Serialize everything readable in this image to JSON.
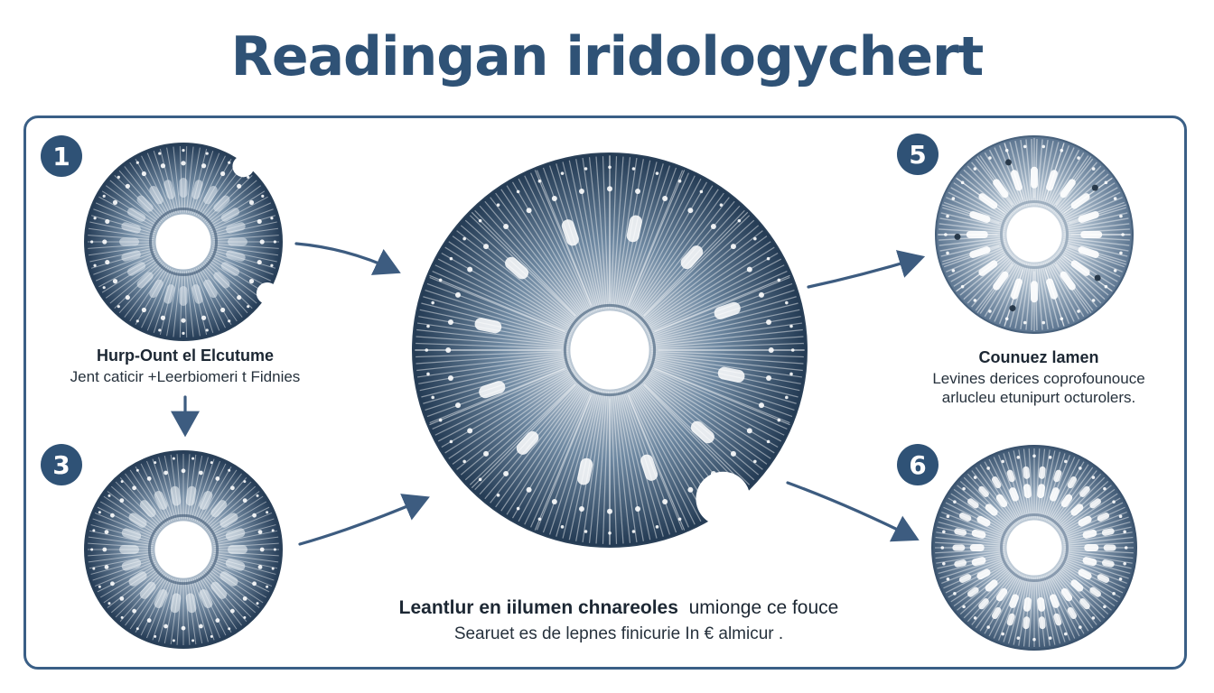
{
  "title": "Readingan iridologychert",
  "steps": [
    {
      "number": "1",
      "heading": "Hurp-Ount el Elcutume",
      "subtext": "Jent caticir +Leerbiomeri t Fidnies"
    },
    {
      "number": "3"
    },
    {
      "number": "5",
      "heading": "Counuez lamen",
      "subtext_line1": "Levines derices coprofounouce",
      "subtext_line2": "arlucleu etunipurt octurolers."
    },
    {
      "number": "6"
    }
  ],
  "center": {
    "heading_bold": "Leantlur en iilumen chnareoles",
    "heading_regular": "umionge ce fouce",
    "subtext": "Searuet es de lepnes  finicurie In € almicur ."
  },
  "colors": {
    "title": "#2f5276",
    "frame": "#3a5f86",
    "badge": "#2f5276",
    "arrow": "#3d5c80",
    "iris_dark": "#2c4560",
    "iris_light": "#a9bccd"
  },
  "icons": [
    "iris-icon",
    "arrow-icon",
    "number-badge"
  ]
}
